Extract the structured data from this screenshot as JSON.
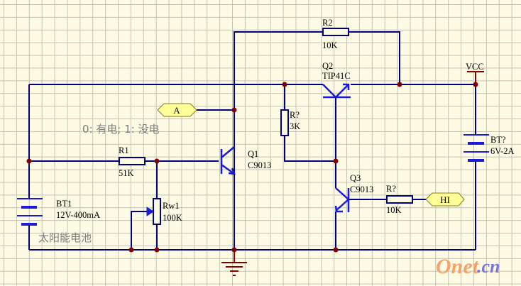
{
  "diagram": {
    "type": "circuit-schematic",
    "colors": {
      "background": "#fdfbe4",
      "grid": "#c4c2b4",
      "wire": "#00007f",
      "junction": "#800000",
      "power_symbol": "#800000",
      "port_fill": "#ffff99"
    },
    "components": {
      "r2": {
        "designator": "R2",
        "value": "10K"
      },
      "q2": {
        "designator": "Q2",
        "value": "TIP41C"
      },
      "vcc": {
        "label": "VCC"
      },
      "r3": {
        "designator": "R?",
        "value": "3K"
      },
      "q1": {
        "designator": "Q1",
        "value": "C9013"
      },
      "r1": {
        "designator": "R1",
        "value": "51K"
      },
      "rw1": {
        "designator": "Rw1",
        "value": "100K"
      },
      "bt1": {
        "designator": "BT1",
        "value": "12V-400mA",
        "note": "太阳能电池"
      },
      "bt2": {
        "designator": "BT?",
        "value": "6V-2A"
      },
      "q3": {
        "designator": "Q3",
        "value": "C9013"
      },
      "r4": {
        "designator": "R?",
        "value": "10K"
      }
    },
    "ports": {
      "a": "A",
      "hi": "HI"
    },
    "annotation": "0: 有电; 1: 没电",
    "watermark": {
      "part1": "Onet",
      "part2": ".cn"
    }
  }
}
